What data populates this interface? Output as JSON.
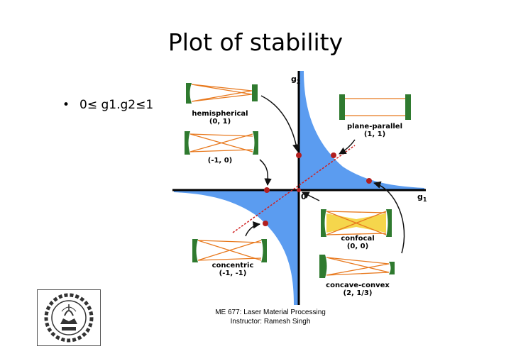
{
  "slide": {
    "title": "Plot of stability",
    "bullet": "0≤ g1.g2≤1",
    "footer_line1": "ME 677: Laser Material Processing",
    "footer_line2": "Instructor: Ramesh Singh"
  },
  "diagram": {
    "axis_y_label": "g",
    "axis_y_sub": "2",
    "axis_x_label": "g",
    "axis_x_sub": "1",
    "origin_label": "0",
    "resonators": [
      {
        "name": "hemispherical",
        "coords": "(0, 1)"
      },
      {
        "name": "plane-parallel",
        "coords": "(1, 1)"
      },
      {
        "name": "",
        "coords": "(-1, 0)"
      },
      {
        "name": "confocal",
        "coords": "(0, 0)"
      },
      {
        "name": "concentric",
        "coords": "(-1, -1)"
      },
      {
        "name": "concave-convex",
        "coords": "(2, 1/3)"
      }
    ],
    "colors": {
      "stable_region": "#5b9cf0",
      "mirror": "#2f7a2f",
      "beam": "#e8791e",
      "point": "#b21e1e",
      "diagonal": "#d01f1f",
      "confocal_fill": "#f5d64c"
    }
  }
}
